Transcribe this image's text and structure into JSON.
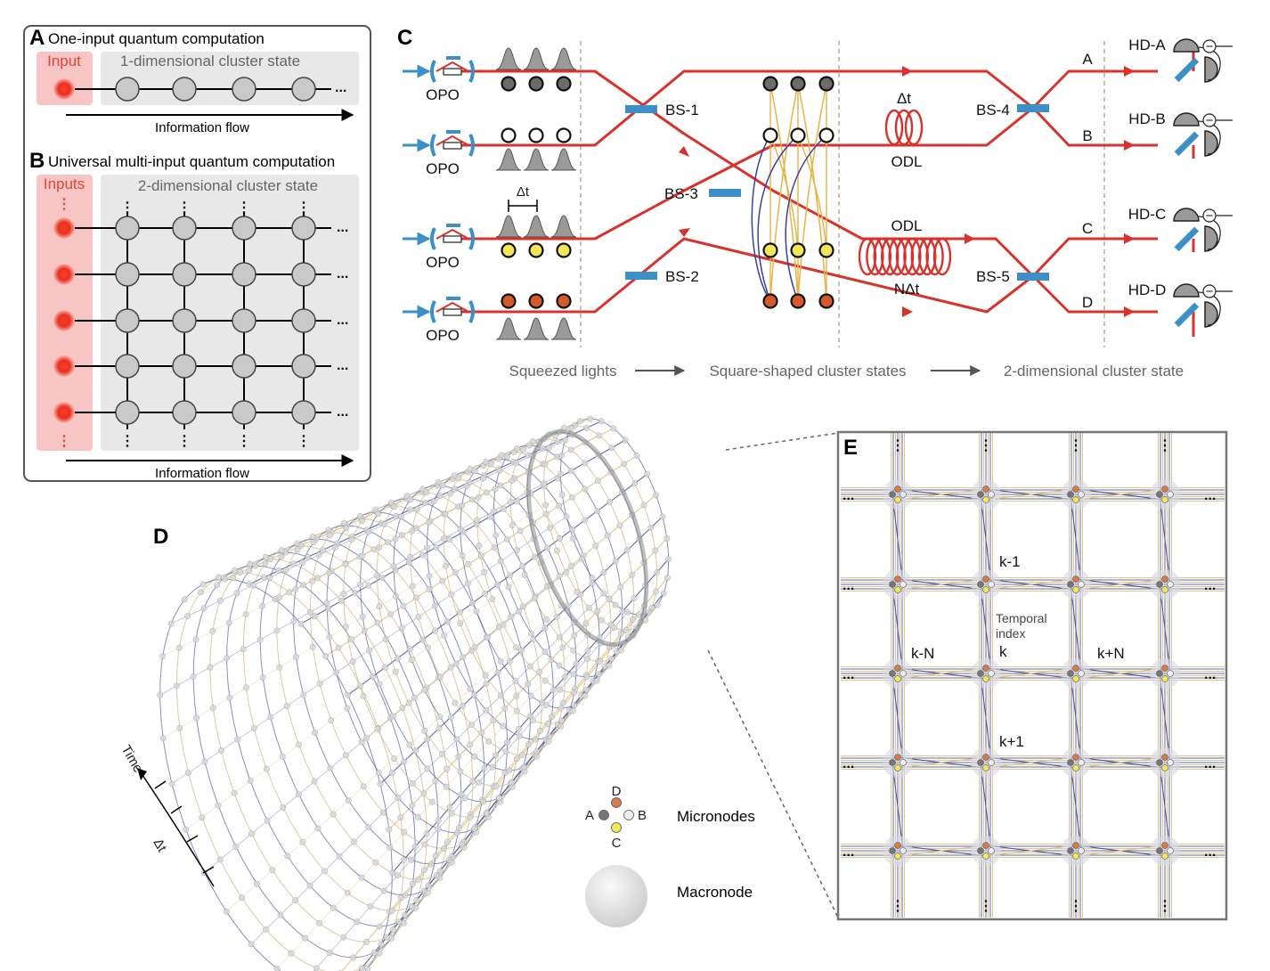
{
  "panelA": {
    "letter": "A",
    "title": "One-input quantum computation",
    "input_label": "Input",
    "cluster_label": "1-dimensional cluster state",
    "flow_label": "Information flow",
    "ellipsis": "..."
  },
  "panelB": {
    "letter": "B",
    "title": "Universal multi-input quantum computation",
    "inputs_label": "Inputs",
    "cluster_label": "2-dimensional cluster state",
    "flow_label": "Information flow",
    "ellipsis": "...",
    "vdots": "⋮"
  },
  "panelC": {
    "letter": "C",
    "opo_label": "OPO",
    "beam_splitters": [
      "BS-1",
      "BS-2",
      "BS-3",
      "BS-4",
      "BS-5"
    ],
    "delay_short": "Δt",
    "delay_long": "NΔt",
    "odl_label": "ODL",
    "pulse_spacing": "Δt",
    "outputs": [
      "A",
      "B",
      "C",
      "D"
    ],
    "detectors": [
      "HD-A",
      "HD-B",
      "HD-C",
      "HD-D"
    ],
    "minus_sign": "−",
    "stages": [
      "Squeezed lights",
      "Square-shaped cluster states",
      "2-dimensional cluster state"
    ],
    "colors": {
      "beam": "#d8322d",
      "splitter": "#3d8fc8",
      "dark_mode": "#6b6b6b",
      "white_mode": "#ffffff",
      "yellow_mode": "#f2e65a",
      "orange_mode": "#d35a2b",
      "link_yellow": "#e8b347",
      "link_blue": "#3b3f9e"
    }
  },
  "panelD": {
    "letter": "D",
    "time_label": "Time",
    "dt_label": "Δt",
    "micronode_label": "Micronodes",
    "macronode_label": "Macronode",
    "micronode_letters": {
      "top": "D",
      "left": "A",
      "right": "B",
      "bottom": "C"
    }
  },
  "panelE": {
    "letter": "E",
    "labels": {
      "km1": "k-1",
      "temporal": "Temporal",
      "index": "index",
      "k": "k",
      "kmN": "k-N",
      "kpN": "k+N",
      "kp1": "k+1"
    },
    "ellipsis": "...",
    "vdots": "⋮"
  }
}
